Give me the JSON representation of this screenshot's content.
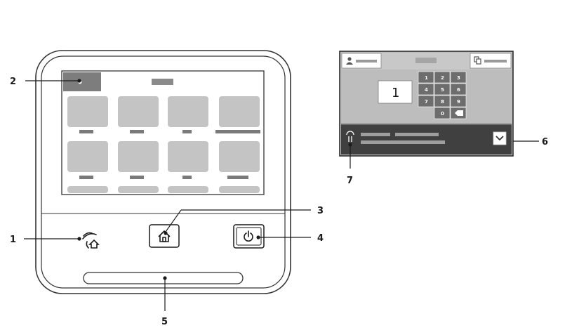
{
  "callouts": {
    "c1": "1",
    "c2": "2",
    "c3": "3",
    "c4": "4",
    "c5": "5",
    "c6": "6",
    "c7": "7"
  },
  "detail_screen": {
    "copies_value": "1",
    "keypad_keys": [
      "1",
      "2",
      "3",
      "4",
      "5",
      "6",
      "7",
      "8",
      "9",
      "0"
    ]
  },
  "icons": {
    "nfc": "nfc-icon",
    "home": "home-icon",
    "power": "power-icon",
    "user": "user-icon",
    "copy": "copy-icon",
    "status": "status-icon",
    "expand": "chevron-down-icon",
    "backspace": "backspace-icon"
  },
  "colors": {
    "screen_gray": "#bdbdbd",
    "tile_gray": "#c4c4c4",
    "dark_bar": "#404040",
    "outline": "#333333"
  }
}
